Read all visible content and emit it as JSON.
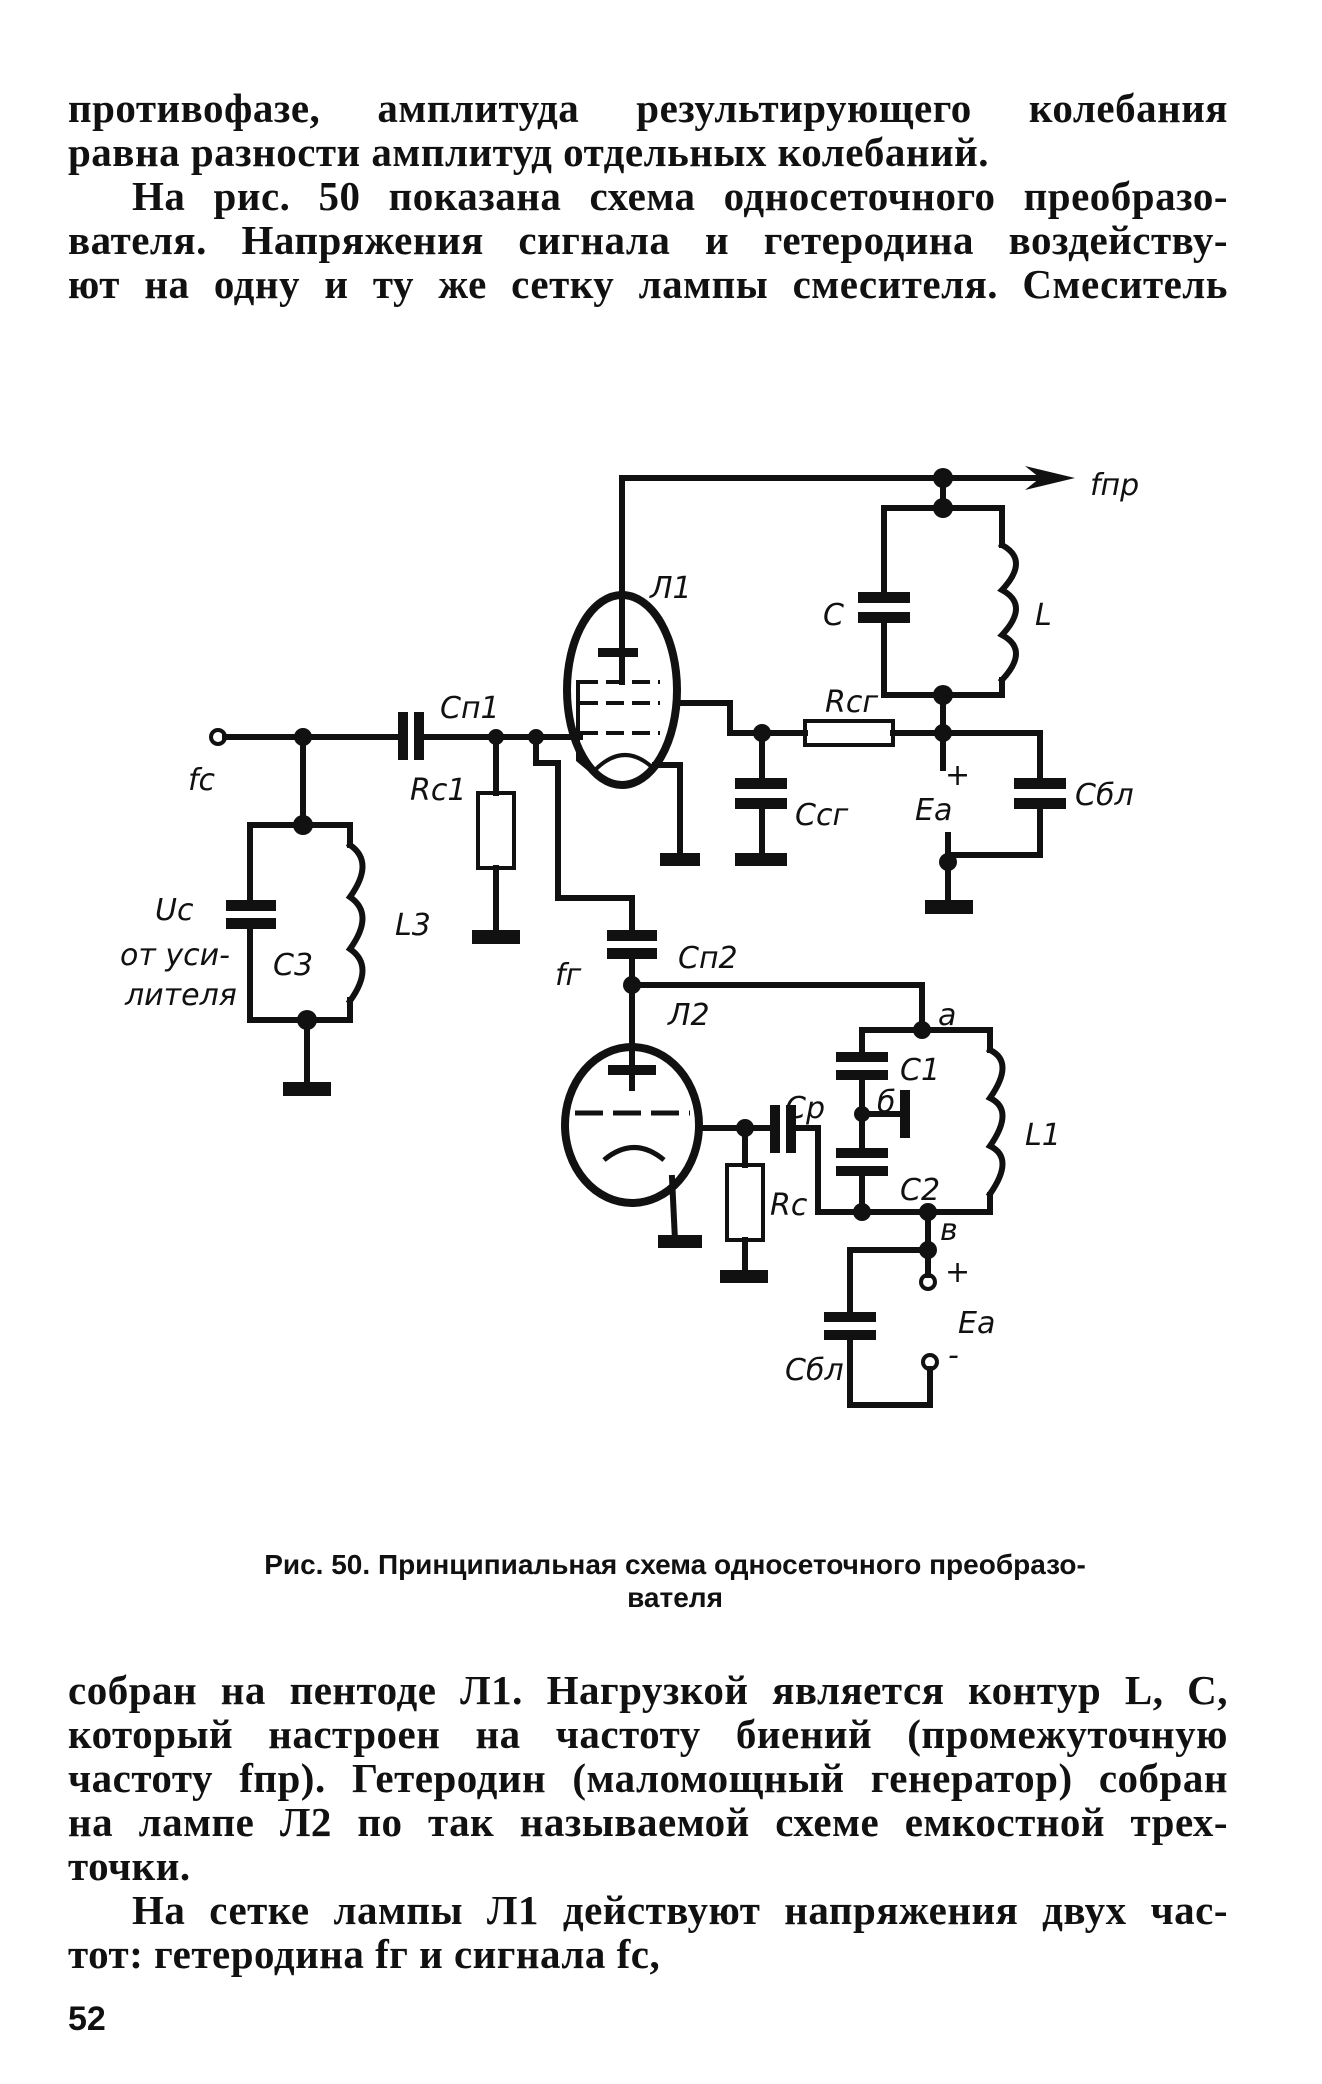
{
  "top_text": {
    "lines": [
      "противофазе, амплитуда результирующего колебания",
      "равна разности амплитуд отдельных колебаний.",
      "На рис. 50 показана схема односеточного преобразо-",
      "вателя. Напряжения сигнала и гетеродина воздейству-",
      "ют на одну и ту же сетку лампы смесителя. Смеситель"
    ]
  },
  "figure": {
    "labels": {
      "f_pr": "fпр",
      "L1_tube": "Л1",
      "C": "C",
      "L": "L",
      "Rcg": "Rсг",
      "Cbl_top": "Cбл",
      "Ccg": "Cсг",
      "Ea_top": "Ea",
      "plus_top": "+",
      "Cp1": "Cп1",
      "fc": "fc",
      "Rc1": "Rс1",
      "Uc": "Uc",
      "ot_usi": "от уси-",
      "litelya": "лителя",
      "C3": "C3",
      "L3": "L3",
      "fg": "fг",
      "Cp2": "Cп2",
      "L2_tube": "Л2",
      "a": "а",
      "C1": "C1",
      "Cr": "Cр",
      "b": "б",
      "L1_coil": "L1",
      "C2": "C2",
      "Rc": "Rс",
      "v": "в",
      "plus_bot": "+",
      "Ea_bot": "Ea",
      "minus_bot": "-",
      "Cbl_bot": "Cбл"
    },
    "caption_line1": "Рис. 50. Принципиальная схема односеточного преобразо-",
    "caption_line2": "вателя"
  },
  "bottom_text": {
    "lines": [
      "собран на пентоде Л1. Нагрузкой является контур L, C,",
      "который настроен на частоту биений (промежуточную",
      "частоту fпр). Гетеродин (маломощный генератор) собран",
      "на лампе Л2 по так называемой схеме емкостной трех-",
      "точки.",
      "На сетке лампы Л1 действуют напряжения двух час-",
      "тот: гетеродина fг и сигнала fс,"
    ]
  },
  "page_number": "52"
}
